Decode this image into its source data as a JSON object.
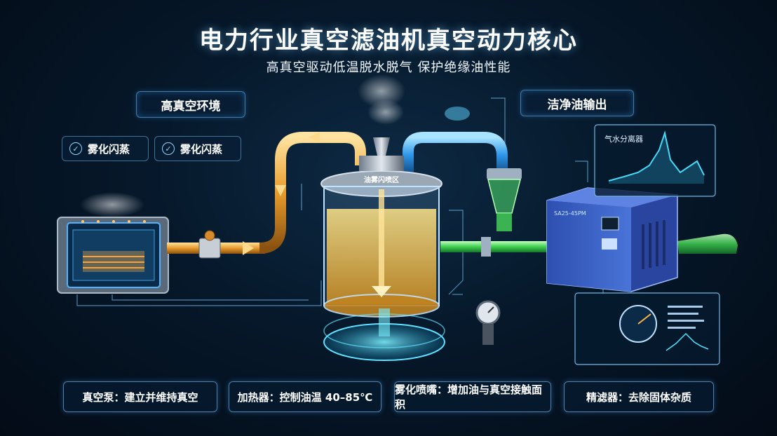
{
  "title": "电力行业真空滤油机真空动力核心",
  "subtitle": "高真空驱动低温脱水脱气 保护绝缘油性能",
  "callouts": {
    "left_top": "高真空环境",
    "right_top": "洁净油输出"
  },
  "chips": [
    {
      "label": "雾化闪蒸"
    },
    {
      "label": "雾化闪蒸"
    }
  ],
  "tank_label": "油雾闪喷区",
  "separator_label": "气水分离器",
  "pump_model": "SA25-45PM",
  "bottom_labels": [
    "真空泵：建立并维持真空",
    "加热器：控制油温 40–85℃",
    "雾化喷嘴：增加油与真空接触面积",
    "精滤器：去除固体杂质"
  ],
  "colors": {
    "hot_pipe": "#f2a93a",
    "cold_pipe": "#3aa6f5",
    "clean_pipe": "#4be35f",
    "tank_oil": "#f0c23f",
    "pump_body": "#3e63c8"
  }
}
